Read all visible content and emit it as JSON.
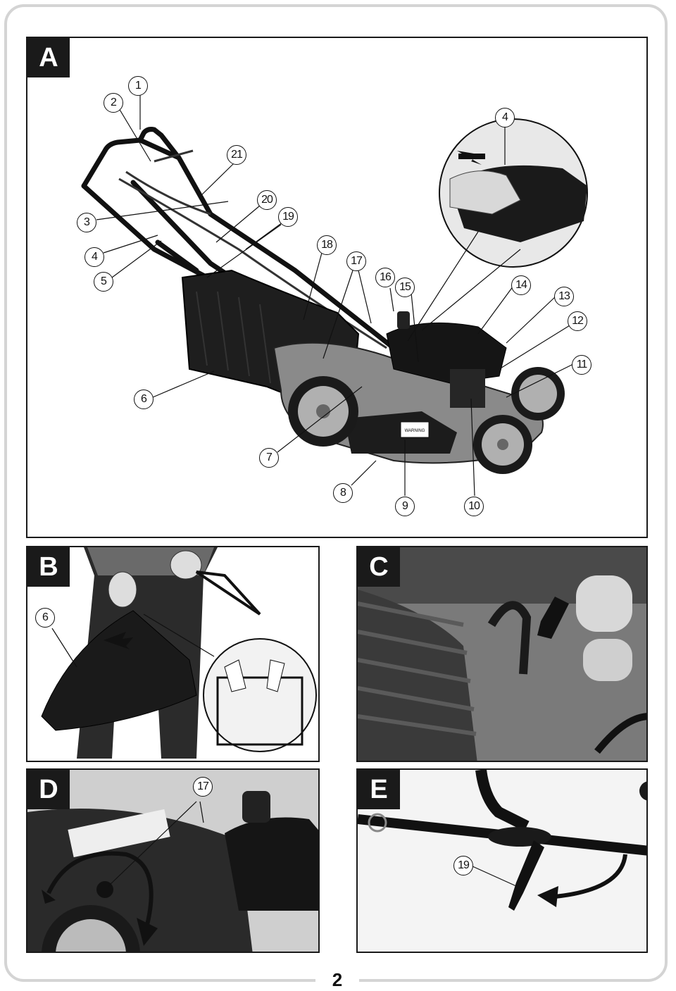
{
  "page": {
    "number": "2"
  },
  "panels": {
    "a": {
      "label": "A",
      "callouts": [
        "1",
        "2",
        "3",
        "4",
        "5",
        "6",
        "7",
        "8",
        "9",
        "10",
        "11",
        "12",
        "13",
        "14",
        "15",
        "16",
        "17",
        "18",
        "19",
        "20",
        "21"
      ],
      "inset_callout": "4",
      "warning_text": "WARNING"
    },
    "b": {
      "label": "B",
      "callouts": [
        "6"
      ]
    },
    "c": {
      "label": "C"
    },
    "d": {
      "label": "D",
      "callouts": [
        "17"
      ]
    },
    "e": {
      "label": "E",
      "callouts": [
        "19"
      ]
    }
  }
}
